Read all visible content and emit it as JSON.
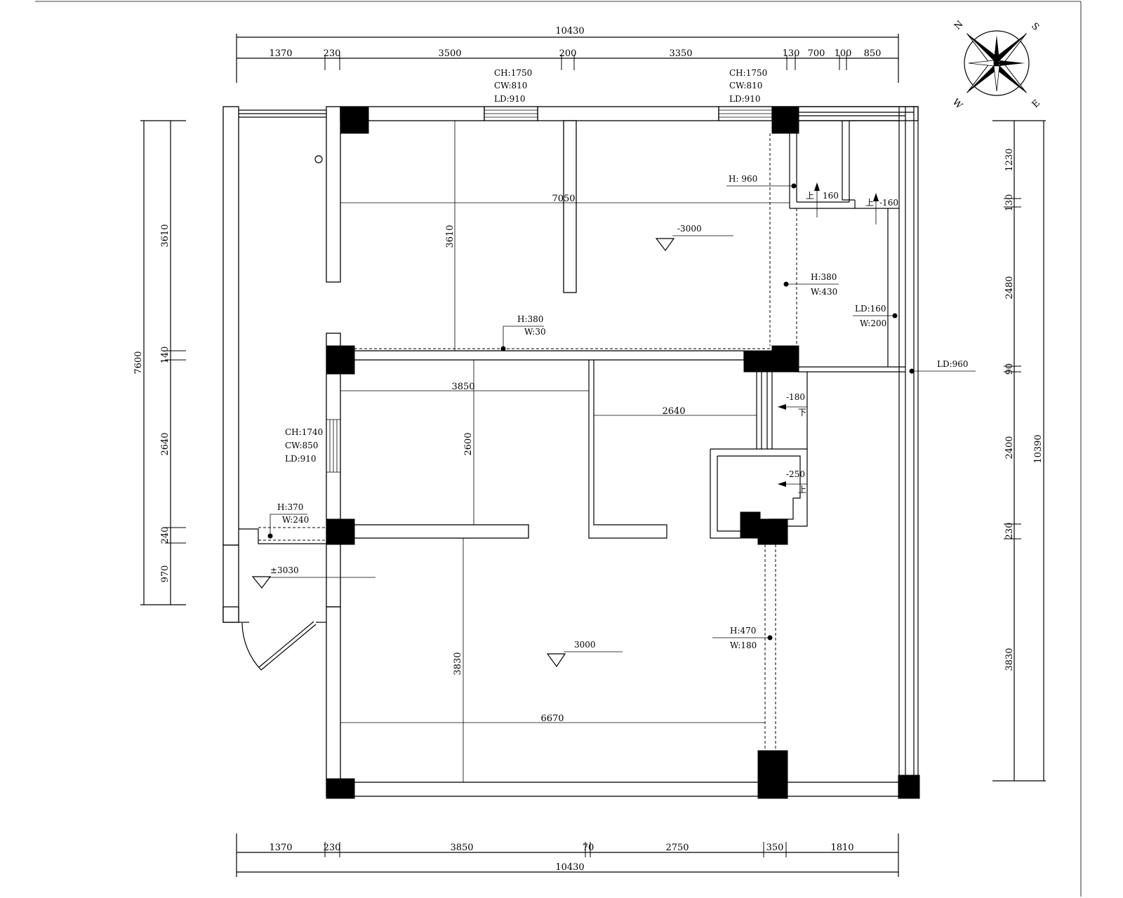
{
  "plan": {
    "top_dims": {
      "total": "10430",
      "segments": [
        "1370",
        "230",
        "3500",
        "200",
        "3350",
        "130",
        "700",
        "100",
        "850"
      ]
    },
    "bottom_dims": {
      "total": "10430",
      "segments": [
        "1370",
        "230",
        "3850",
        "70",
        "2750",
        "350",
        "1810"
      ]
    },
    "left_dims": {
      "total": "7600",
      "segments": [
        "3610",
        "140",
        "2640",
        "240",
        "970"
      ]
    },
    "right_dims": {
      "total": "10390",
      "segments": [
        "1230",
        "130",
        "2480",
        "90",
        "2400",
        "230",
        "3830"
      ]
    },
    "compass": {
      "n": "N",
      "s": "S",
      "e": "E",
      "w": "W"
    },
    "windows": {
      "w1": {
        "ch": "CH:1750",
        "cw": "CW:810",
        "ld": "LD:910"
      },
      "w2": {
        "ch": "CH:1750",
        "cw": "CW:810",
        "ld": "LD:910"
      },
      "w3": {
        "ch": "CH:1740",
        "cw": "CW:850",
        "ld": "LD:910"
      }
    },
    "beams": {
      "b1": {
        "h": "H:380",
        "w": "W:30"
      },
      "b2": {
        "h": "H:380",
        "w": "W:430"
      },
      "b3": {
        "h": "H:370",
        "w": "W:240"
      },
      "b4": {
        "h": "H:470",
        "w": "W:180"
      },
      "b5": {
        "h": "H: 960"
      },
      "b6": {
        "ld": "LD:160",
        "w": "W:200"
      },
      "b7": {
        "ld": "LD:960"
      }
    },
    "levels": {
      "upper": "-3000",
      "lower": "3000",
      "entry": "±3030"
    },
    "steps": {
      "s1": {
        "label": "上",
        "value": "160"
      },
      "s2": {
        "label": "上",
        "value": "-160"
      },
      "s3": {
        "label": "下",
        "value": "-180"
      },
      "s4": {
        "label": "上",
        "value": "-250"
      }
    },
    "inner_dims": {
      "d7050": "7050",
      "d3610": "3610",
      "d3850": "3850",
      "d2600": "2600",
      "d2640": "2640",
      "d3830": "3830",
      "d6670": "6670"
    }
  }
}
